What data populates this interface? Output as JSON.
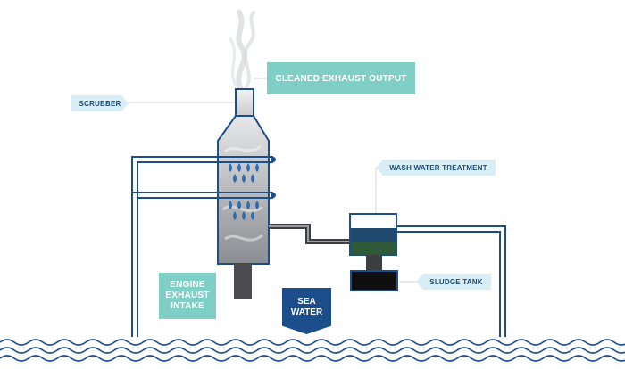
{
  "labels": {
    "scrubber": "SCRUBBER",
    "cleaned_exhaust_output": "CLEANED EXHAUST OUTPUT",
    "wash_water_treatment": "WASH WATER TREATMENT",
    "engine_exhaust_intake": "ENGINE EXHAUST INTAKE",
    "sea_water": "SEA WATER",
    "sludge_tank": "SLUDGE TANK"
  },
  "colors": {
    "pipe_blue": "#1d4e8c",
    "teal_label": "#7fcfc7",
    "light_label": "#d9eef4",
    "label_text": "#1d4e79",
    "water_drop": "#2e6db0",
    "sludge": "#0f0f0f",
    "treatment_water": "#1f4a6e",
    "treatment_sediment": "#2f5a3a"
  },
  "icons": [
    "smoke-plume-icon",
    "water-drop-icon",
    "wave-icon"
  ]
}
